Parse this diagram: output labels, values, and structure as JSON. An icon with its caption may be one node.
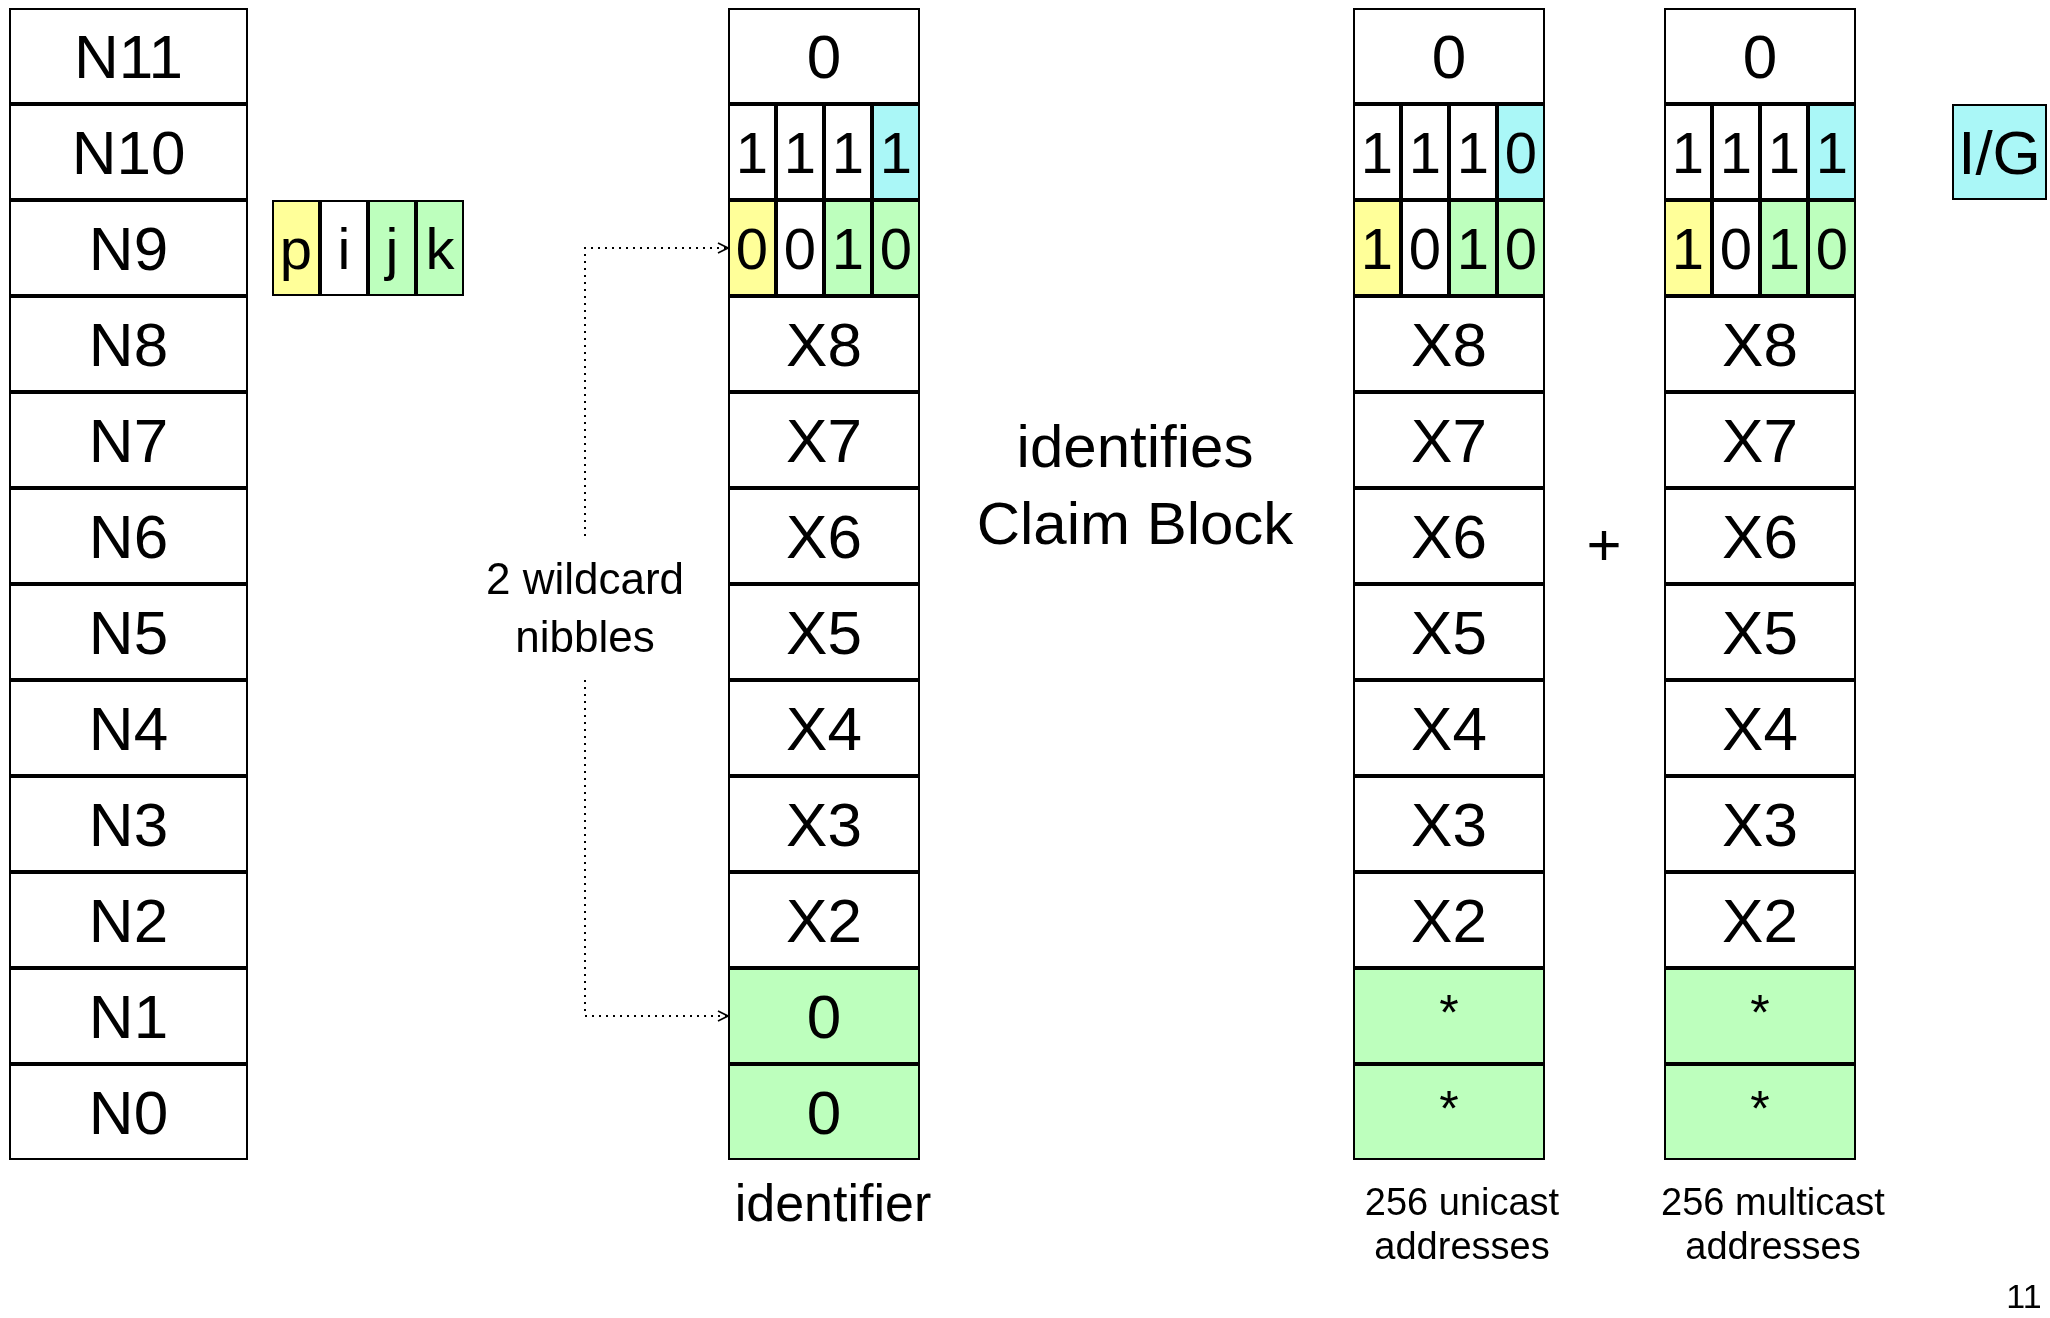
{
  "diagram": {
    "nodes": [
      {
        "text": [
          "N11"
        ]
      },
      {
        "text": [
          "N10"
        ]
      },
      {
        "text": [
          "N9"
        ]
      },
      {
        "text": [
          "N8"
        ]
      },
      {
        "text": [
          "N7"
        ]
      },
      {
        "text": [
          "N6"
        ]
      },
      {
        "text": [
          "N5"
        ]
      },
      {
        "text": [
          "N4"
        ]
      },
      {
        "text": [
          "N3"
        ]
      },
      {
        "text": [
          "N2"
        ]
      },
      {
        "text": [
          "N1"
        ]
      },
      {
        "text": [
          "N0"
        ]
      },
      {
        "text": [
          "p"
        ]
      },
      {
        "text": [
          "i"
        ]
      },
      {
        "text": [
          "j"
        ]
      },
      {
        "text": [
          "k"
        ]
      },
      {
        "text": [
          "0"
        ]
      },
      {
        "text": [
          "1"
        ]
      },
      {
        "text": [
          "1"
        ]
      },
      {
        "text": [
          "1"
        ]
      },
      {
        "text": [
          "1"
        ]
      },
      {
        "text": [
          "0"
        ]
      },
      {
        "text": [
          "0"
        ]
      },
      {
        "text": [
          "1"
        ]
      },
      {
        "text": [
          "0"
        ]
      },
      {
        "text": [
          "X8"
        ]
      },
      {
        "text": [
          "X7"
        ]
      },
      {
        "text": [
          "X6"
        ]
      },
      {
        "text": [
          "X5"
        ]
      },
      {
        "text": [
          "X4"
        ]
      },
      {
        "text": [
          "X3"
        ]
      },
      {
        "text": [
          "X2"
        ]
      },
      {
        "text": [
          "0"
        ]
      },
      {
        "text": [
          "0"
        ]
      },
      {
        "text": [
          "0"
        ]
      },
      {
        "text": [
          "1"
        ]
      },
      {
        "text": [
          "1"
        ]
      },
      {
        "text": [
          "1"
        ]
      },
      {
        "text": [
          "0"
        ]
      },
      {
        "text": [
          "1"
        ]
      },
      {
        "text": [
          "0"
        ]
      },
      {
        "text": [
          "1"
        ]
      },
      {
        "text": [
          "0"
        ]
      },
      {
        "text": [
          "X8"
        ]
      },
      {
        "text": [
          "X7"
        ]
      },
      {
        "text": [
          "X6"
        ]
      },
      {
        "text": [
          "X5"
        ]
      },
      {
        "text": [
          "X4"
        ]
      },
      {
        "text": [
          "X3"
        ]
      },
      {
        "text": [
          "X2"
        ]
      },
      {
        "text": [
          "*"
        ]
      },
      {
        "text": [
          "*"
        ]
      },
      {
        "text": [
          "0"
        ]
      },
      {
        "text": [
          "1"
        ]
      },
      {
        "text": [
          "1"
        ]
      },
      {
        "text": [
          "1"
        ]
      },
      {
        "text": [
          "1"
        ]
      },
      {
        "text": [
          "1"
        ]
      },
      {
        "text": [
          "0"
        ]
      },
      {
        "text": [
          "1"
        ]
      },
      {
        "text": [
          "0"
        ]
      },
      {
        "text": [
          "X8"
        ]
      },
      {
        "text": [
          "X7"
        ]
      },
      {
        "text": [
          "X6"
        ]
      },
      {
        "text": [
          "X5"
        ]
      },
      {
        "text": [
          "X4"
        ]
      },
      {
        "text": [
          "X3"
        ]
      },
      {
        "text": [
          "X2"
        ]
      },
      {
        "text": [
          "*"
        ]
      },
      {
        "text": [
          "*"
        ]
      },
      {
        "text": [
          "I/G"
        ]
      },
      {
        "text": [
          "2 wildcard nibbles"
        ]
      }
    ],
    "edges": [
      {
        "from": 71,
        "to": 21,
        "arrow": "to",
        "style": "dashed"
      },
      {
        "from": 71,
        "to": 32,
        "arrow": "to",
        "style": "dashed"
      }
    ],
    "labels": [
      "identifies Claim Block",
      "+",
      "identifier",
      "256 unicast addresses",
      "256 multicast addresses",
      "11"
    ]
  }
}
